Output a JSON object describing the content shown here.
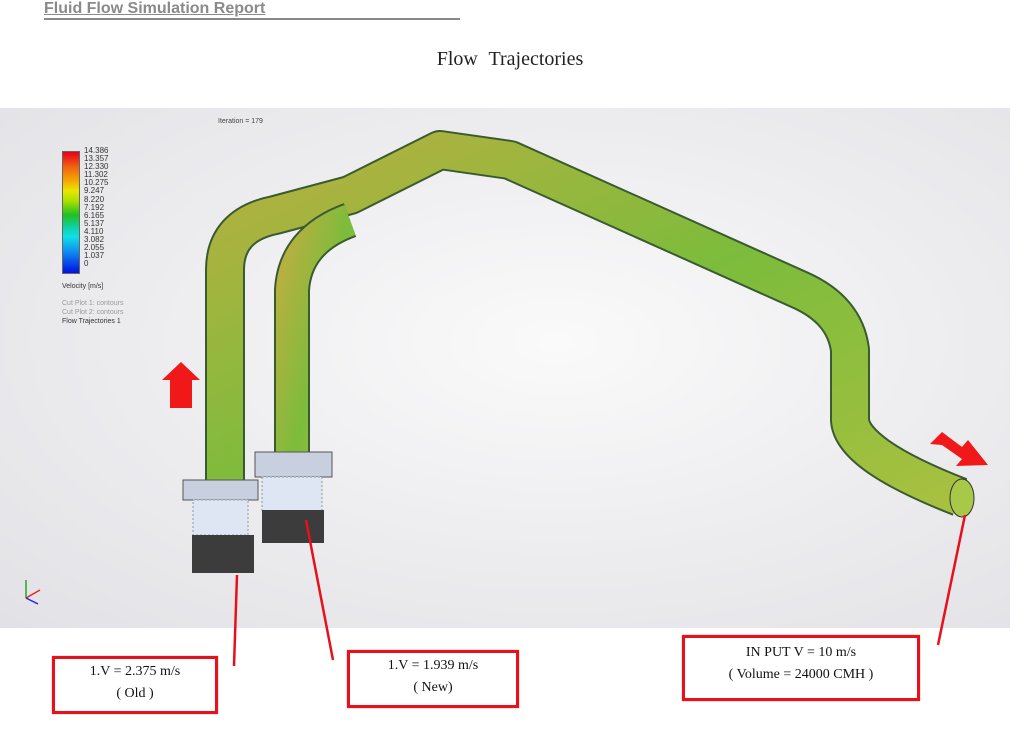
{
  "header": "Fluid Flow Simulation Report",
  "title": "Flow  Trajectories",
  "viewport": {
    "iteration": "Iteration = 179",
    "legend": {
      "ticks": [
        "14.386",
        "13.357",
        "12.330",
        "11.302",
        "10.275",
        "9.247",
        "8.220",
        "7.192",
        "6.165",
        "5.137",
        "4.110",
        "3.082",
        "2.055",
        "1.037",
        "0"
      ],
      "label": "Velocity [m/s]"
    },
    "plots": [
      "Cut Plot 1: contours",
      "Cut Plot 2: contours",
      "Flow Trajectories 1"
    ]
  },
  "annotations": {
    "old": {
      "line1": "1.V = 2.375 m/s",
      "line2": "( Old )"
    },
    "new": {
      "line1": "1.V = 1.939 m/s",
      "line2": "( New)"
    },
    "input": {
      "line1": "IN PUT V = 10 m/s",
      "line2": "( Volume = 24000 CMH )"
    }
  },
  "colors": {
    "accent": "#e8101a",
    "pipe": "#8cc43a"
  }
}
